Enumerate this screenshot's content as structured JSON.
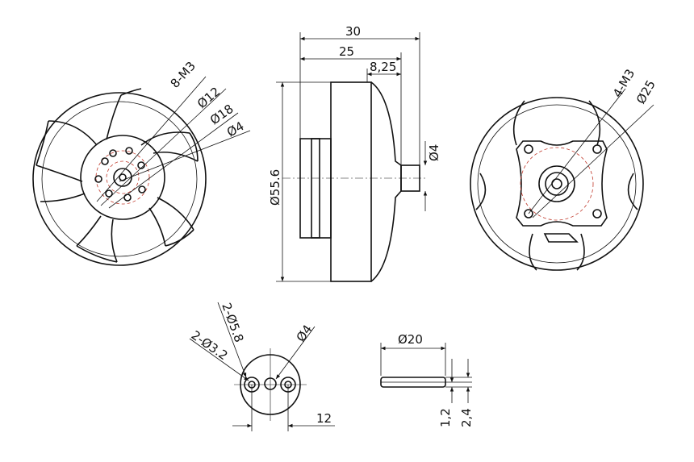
{
  "front_view": {
    "hole_label": "8-M3",
    "d1": "Ø12",
    "d2": "Ø18",
    "d3": "Ø4"
  },
  "side_view": {
    "length_total": "30",
    "length_body": "25",
    "length_shaft": "8,25",
    "diameter": "Ø55.6",
    "shaft_d": "Ø4"
  },
  "rear_view": {
    "hole_label": "4-M3",
    "d1": "Ø25"
  },
  "adapter_view": {
    "hole_label": "2-Ø3.2",
    "counterbore": "2-Ø5.8",
    "center": "Ø4",
    "spacing": "12"
  },
  "washer_view": {
    "diameter": "Ø20",
    "t1": "1,2",
    "t2": "2,4"
  },
  "colors": {
    "line": "#111111",
    "hidden": "#c0392b"
  }
}
